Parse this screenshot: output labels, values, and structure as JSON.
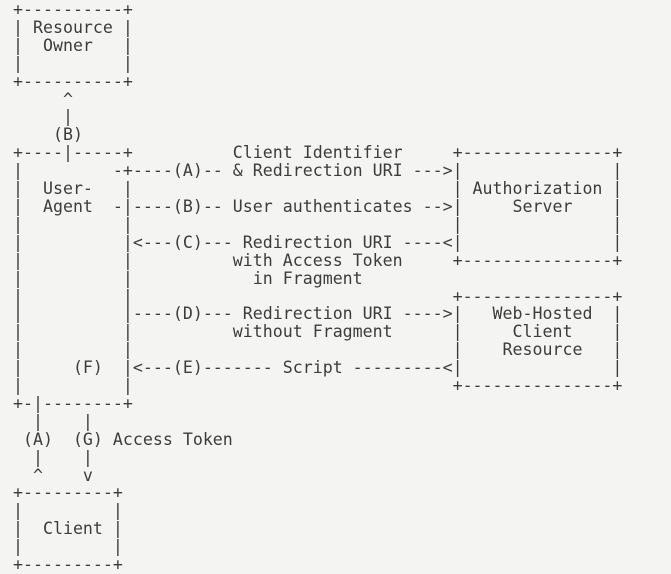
{
  "page": {
    "background_color": "#f4f4f2",
    "text_color": "#3c3c3c"
  },
  "diagram": {
    "kind": "ascii-flow-diagram",
    "nodes": [
      "Resource Owner",
      "User-Agent",
      "Authorization Server",
      "Web-Hosted Client Resource",
      "Client"
    ],
    "step_labels": {
      "A": "Client Identifier & Redirection URI",
      "B": "User authenticates",
      "C": "Redirection URI with Access Token in Fragment",
      "D": "Redirection URI without Fragment",
      "E": "Script",
      "F": "",
      "G": "Access Token"
    },
    "ascii_lines": [
      "+----------+",
      "| Resource |",
      "|  Owner   |",
      "|          |",
      "+----------+",
      "     ^",
      "     |",
      "    (B)",
      "+----|-----+          Client Identifier     +---------------+",
      "|         -+----(A)-- & Redirection URI --->|               |",
      "|  User-   |                                | Authorization |",
      "|  Agent  -|----(B)-- User authenticates -->|     Server    |",
      "|          |                                |               |",
      "|          |<---(C)--- Redirection URI ----<|               |",
      "|          |          with Access Token     +---------------+",
      "|          |            in Fragment",
      "|          |                                +---------------+",
      "|          |----(D)--- Redirection URI ---->|   Web-Hosted  |",
      "|          |          without Fragment      |     Client    |",
      "|          |                                |    Resource   |",
      "|     (F)  |<---(E)------- Script ---------<|               |",
      "|          |                                +---------------+",
      "+-|--------+",
      "  |    |",
      " (A)  (G) Access Token",
      "  |    |",
      "  ^    v",
      "+---------+",
      "|         |",
      "|  Client |",
      "|         |",
      "+---------+"
    ]
  }
}
